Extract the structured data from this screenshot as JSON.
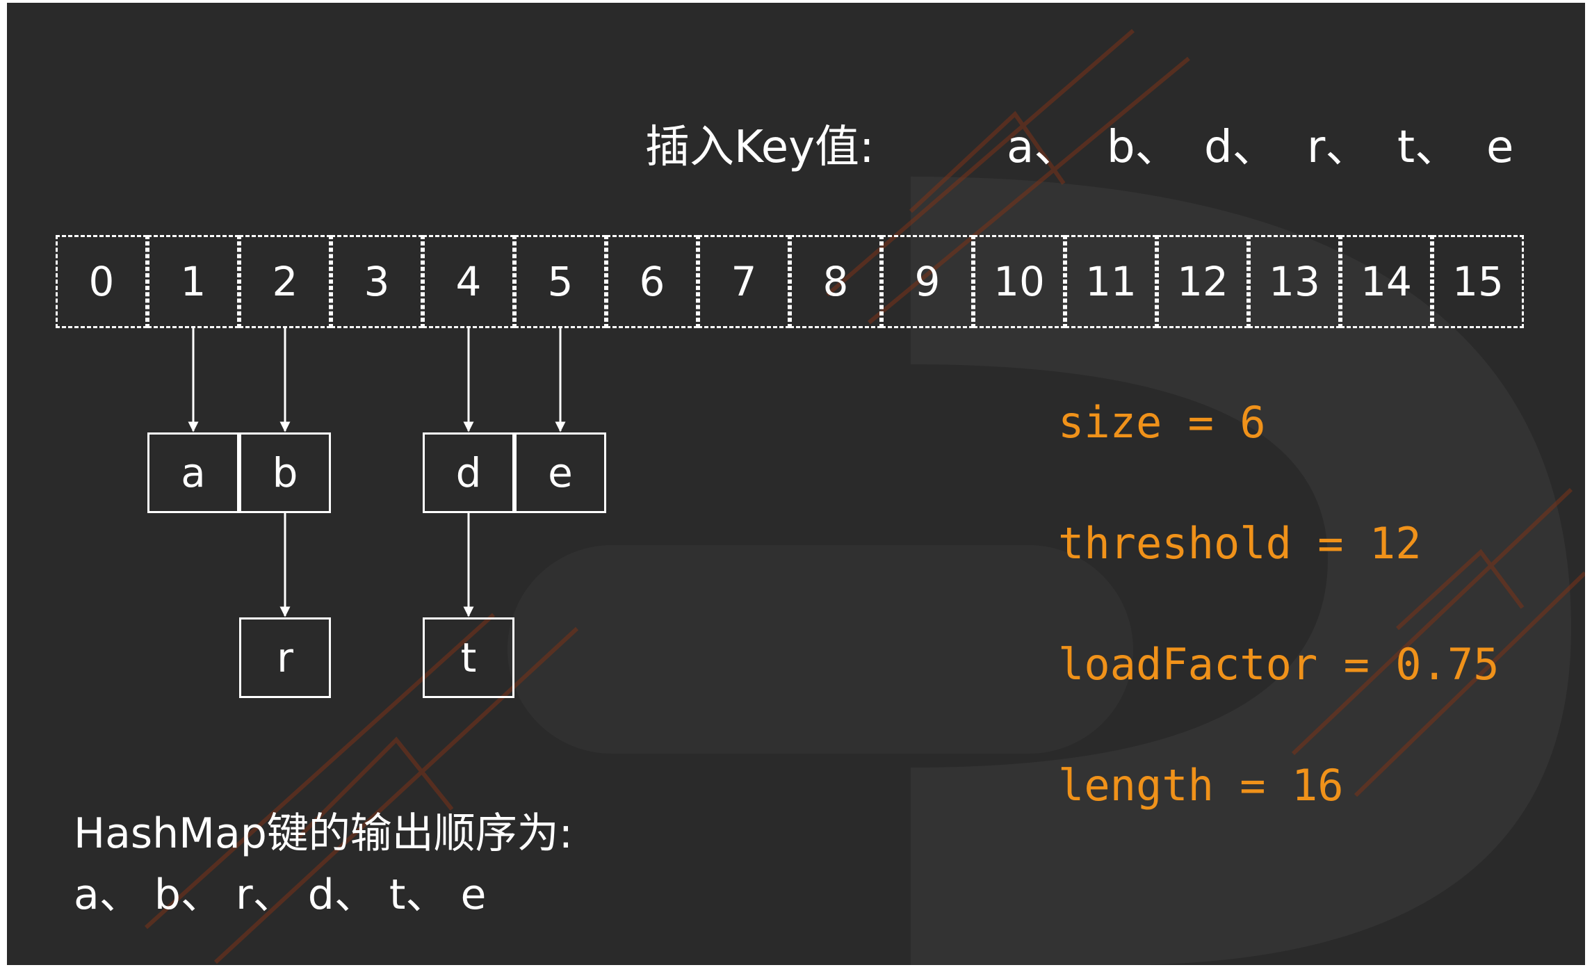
{
  "header": {
    "label": "插入Key值:"
  },
  "insert_sequence": [
    "a、",
    "b、",
    "d、",
    "r、",
    "t、",
    "e"
  ],
  "buckets": [
    "0",
    "1",
    "2",
    "3",
    "4",
    "5",
    "6",
    "7",
    "8",
    "9",
    "10",
    "11",
    "12",
    "13",
    "14",
    "15"
  ],
  "chains": [
    {
      "bucket": 1,
      "nodes": [
        "a"
      ]
    },
    {
      "bucket": 2,
      "nodes": [
        "b",
        "r"
      ]
    },
    {
      "bucket": 4,
      "nodes": [
        "d",
        "t"
      ]
    },
    {
      "bucket": 5,
      "nodes": [
        "e"
      ]
    }
  ],
  "stats": {
    "size": "size = 6",
    "threshold": "threshold = 12",
    "load_factor": "loadFactor = 0.75",
    "length": "length = 16"
  },
  "footer": {
    "title": "HashMap键的输出顺序为:",
    "order": "a、 b、 r、 d、 t、 e"
  },
  "colors": {
    "background": "#2a2a2a",
    "text": "#ffffff",
    "accent": "#f0921a",
    "watermark": "#8a3a1a"
  }
}
